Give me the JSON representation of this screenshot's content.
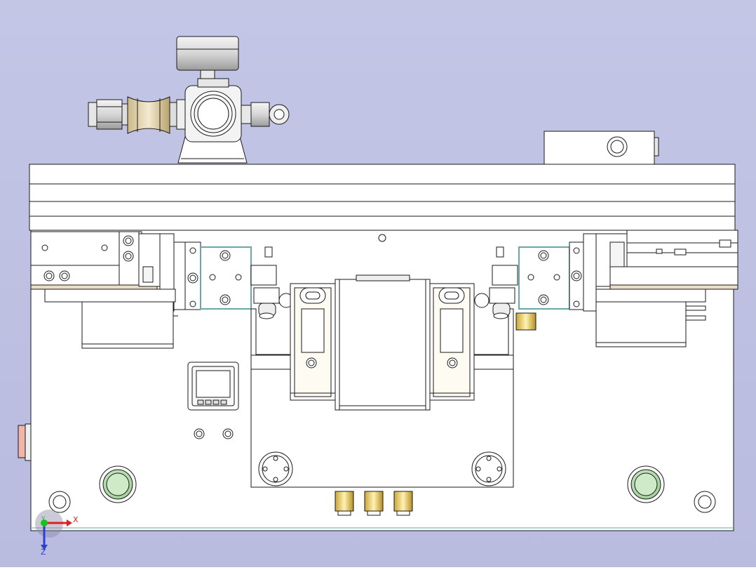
{
  "viewport": {
    "background_top": "#c4c6e6",
    "background_bottom": "#b9bbdf",
    "line_color": "#1a1a1a",
    "face_color": "#ffffff",
    "teal_edge": "#6aa7a7",
    "brass": "#d8c9a2",
    "green_button": "#b8ddb1"
  },
  "triad": {
    "x_label": "X",
    "y_label": "Y",
    "z_label": "Z",
    "x_color": "#e02020",
    "y_color": "#19c219",
    "z_color": "#2a3fd6"
  },
  "icons": {
    "pressure_gauge": "pressure-gauge-icon",
    "controller": "digital-controller-icon",
    "triad": "coordinate-triad-icon"
  }
}
